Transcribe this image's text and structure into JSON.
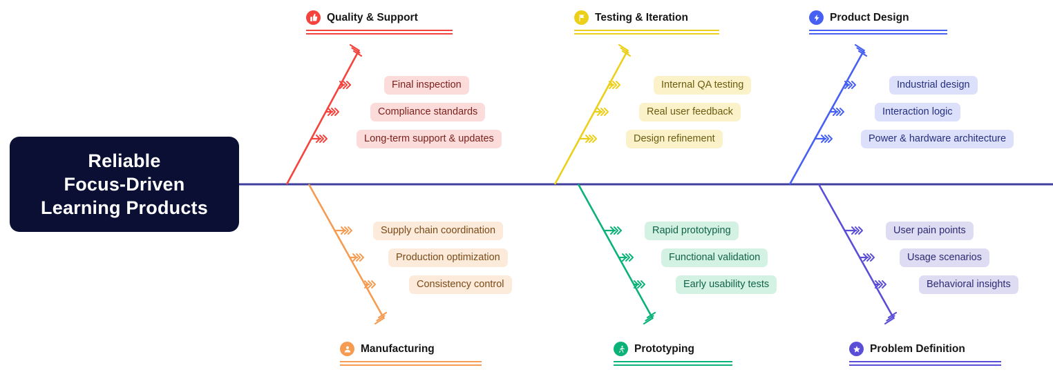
{
  "diagram": {
    "type": "fishbone",
    "spine_color": "#3f3d9e",
    "head": {
      "text": "Reliable\nFocus-Driven\nLearning Products",
      "bg": "#0a0f33",
      "text_color": "#ffffff"
    },
    "branches": [
      {
        "id": "quality-support",
        "label": "Quality & Support",
        "position": "top",
        "color": "#f4433c",
        "pill_bg": "#fbdcda",
        "pill_text": "#7a1f1a",
        "icon": "thumbs-up-icon",
        "causes": [
          "Final inspection",
          "Compliance standards",
          "Long-term support & updates"
        ]
      },
      {
        "id": "testing-iteration",
        "label": "Testing & Iteration",
        "position": "top",
        "color": "#eccf18",
        "pill_bg": "#fbf2c9",
        "pill_text": "#6b5c10",
        "icon": "flag-icon",
        "causes": [
          "Internal QA testing",
          "Real user feedback",
          "Design refinement"
        ]
      },
      {
        "id": "product-design",
        "label": "Product Design",
        "position": "top",
        "color": "#4560f2",
        "pill_bg": "#dde0fb",
        "pill_text": "#24307e",
        "icon": "lightning-bolt-icon",
        "causes": [
          "Industrial design",
          "Interaction logic",
          "Power & hardware architecture"
        ]
      },
      {
        "id": "manufacturing",
        "label": "Manufacturing",
        "position": "bottom",
        "color": "#f59c52",
        "pill_bg": "#fceadb",
        "pill_text": "#7a4a17",
        "icon": "user-icon",
        "causes": [
          "Supply chain coordination",
          "Production optimization",
          "Consistency control"
        ]
      },
      {
        "id": "prototyping",
        "label": "Prototyping",
        "position": "bottom",
        "color": "#0ab277",
        "pill_bg": "#d3f2e3",
        "pill_text": "#11624a",
        "icon": "running-person-icon",
        "causes": [
          "Rapid prototyping",
          "Functional validation",
          "Early usability tests"
        ]
      },
      {
        "id": "problem-definition",
        "label": "Problem Definition",
        "position": "bottom",
        "color": "#5b4ed6",
        "pill_bg": "#dedcf3",
        "pill_text": "#2e2a72",
        "icon": "star-icon",
        "causes": [
          "User pain points",
          "Usage scenarios",
          "Behavioral insights"
        ]
      }
    ]
  }
}
